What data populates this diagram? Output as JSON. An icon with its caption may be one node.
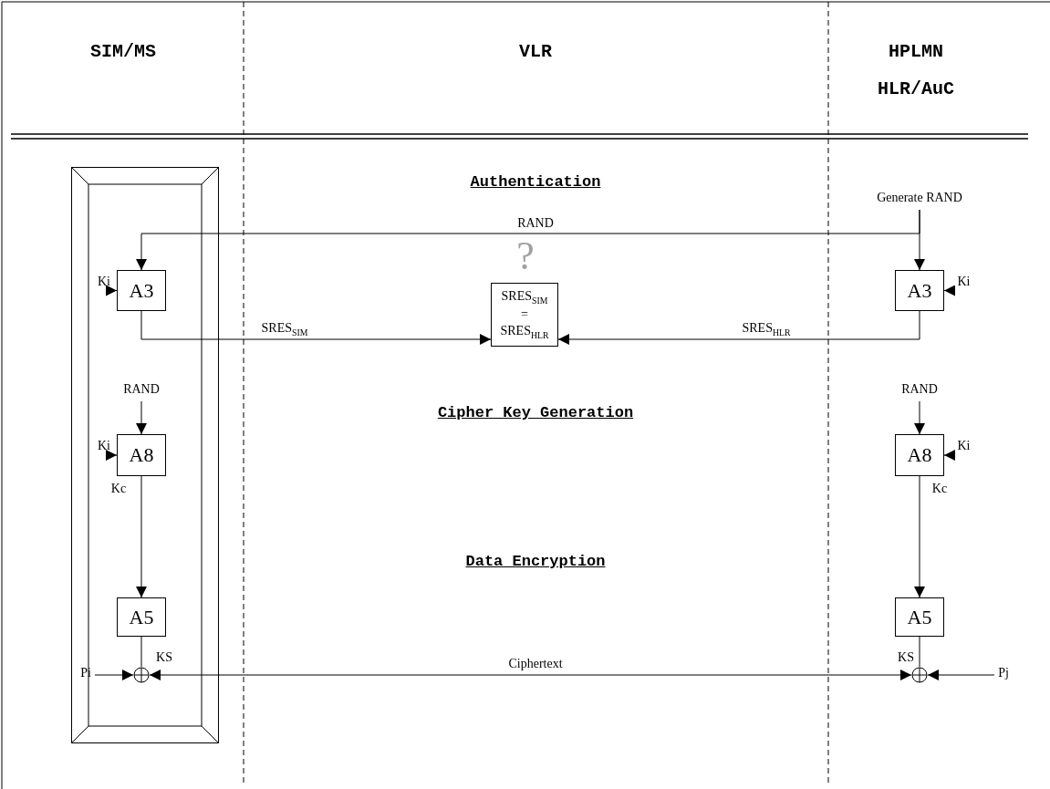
{
  "diagram": {
    "nodes": [
      {
        "text": [],
        "shape": "box"
      },
      {
        "text": [
          "A3"
        ],
        "in": 0
      },
      {
        "text": [
          "A8"
        ],
        "in": 0
      },
      {
        "text": [
          "A5"
        ],
        "in": 0
      },
      {
        "text": [],
        "shape": "circle",
        "in": 0
      },
      {
        "text": [
          "Generate RAND"
        ]
      },
      {
        "text": [
          "A3"
        ]
      },
      {
        "text": [
          "A8"
        ]
      },
      {
        "text": [
          "A5"
        ]
      },
      {
        "text": [],
        "shape": "circle"
      },
      {
        "text": [
          "SRES$_{SIM}$ = SRES$_{HLR}$"
        ],
        "beside": [
          "?"
        ]
      },
      {
        "text": [
          "Ki"
        ],
        "in": 0
      },
      {
        "text": [
          "RAND"
        ],
        "in": 0
      },
      {
        "text": [
          "Ki"
        ],
        "in": 0
      },
      {
        "text": [
          "Pi"
        ],
        "in": 0
      },
      {
        "text": [
          "Ki"
        ]
      },
      {
        "text": [
          "RAND"
        ]
      },
      {
        "text": [
          "Ki"
        ]
      },
      {
        "text": [
          "Pj"
        ]
      }
    ],
    "edges": [
      {
        "from": 5,
        "to": 1,
        "arrow": "to",
        "label": "RAND"
      },
      {
        "from": 5,
        "to": 6,
        "arrow": "to"
      },
      {
        "from": 1,
        "to": 10,
        "arrow": "to",
        "label": "SRES$_{SIM}$"
      },
      {
        "from": 6,
        "to": 10,
        "arrow": "to",
        "label": "SRES$_{HLR}$"
      },
      {
        "from": 11,
        "to": 1,
        "arrow": "to"
      },
      {
        "from": 12,
        "to": 2,
        "arrow": "to"
      },
      {
        "from": 13,
        "to": 2,
        "arrow": "to"
      },
      {
        "from": 2,
        "to": 3,
        "arrow": "to",
        "label": "Kc"
      },
      {
        "from": 3,
        "to": 4,
        "arrow": "none",
        "label": "KS"
      },
      {
        "from": 14,
        "to": 4,
        "arrow": "to"
      },
      {
        "from": 4,
        "to": 9,
        "arrow": "both",
        "label": "Ciphertext"
      },
      {
        "from": 15,
        "to": 6,
        "arrow": "to"
      },
      {
        "from": 16,
        "to": 7,
        "arrow": "to"
      },
      {
        "from": 17,
        "to": 7,
        "arrow": "to"
      },
      {
        "from": 7,
        "to": 8,
        "arrow": "to",
        "label": "Kc"
      },
      {
        "from": 8,
        "to": 9,
        "arrow": "none",
        "label": "KS"
      },
      {
        "from": 18,
        "to": 9,
        "arrow": "to"
      }
    ],
    "labels": [
      "SIM/MS",
      "VLR",
      "HPLMN",
      "HLR/AuC",
      "Authentication",
      "Cipher Key Generation",
      "Data Encryption"
    ]
  }
}
